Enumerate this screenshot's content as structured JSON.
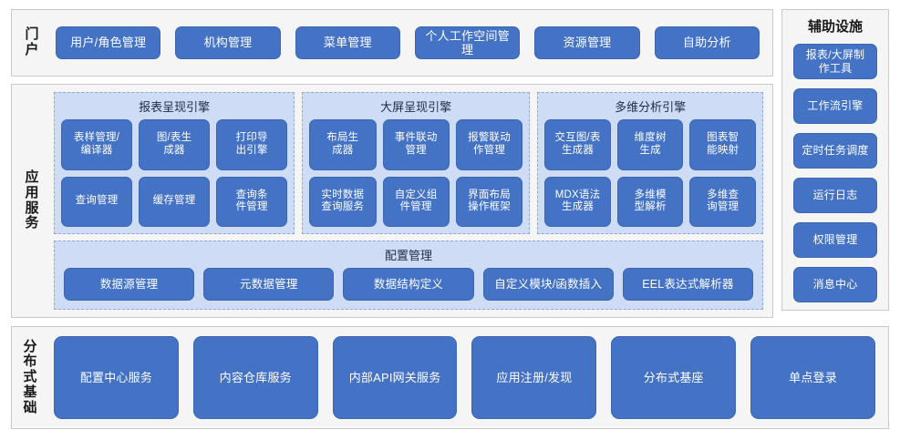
{
  "portal": {
    "label": "门\n户",
    "buttons": [
      {
        "label": "用户/角色管理"
      },
      {
        "label": "机构管理"
      },
      {
        "label": "菜单管理"
      },
      {
        "label": "个人工作空间管理"
      },
      {
        "label": "资源管理"
      },
      {
        "label": "自助分析"
      }
    ]
  },
  "aux": {
    "title": "辅助设施",
    "buttons": [
      {
        "label": "报表/大屏制\n作工具"
      },
      {
        "label": "工作流引擎"
      },
      {
        "label": "定时任务调度"
      },
      {
        "label": "运行日志"
      },
      {
        "label": "权限管理"
      },
      {
        "label": "消息中心"
      }
    ]
  },
  "app_service": {
    "label": "应\n用\n服\n务",
    "panels": [
      {
        "title": "报表呈现引擎",
        "items": [
          {
            "label": "表样管理/\n编译器"
          },
          {
            "label": "图/表生\n成器"
          },
          {
            "label": "打印导\n出引擎"
          },
          {
            "label": "查询管理"
          },
          {
            "label": "缓存管理"
          },
          {
            "label": "查询条\n件管理"
          }
        ]
      },
      {
        "title": "大屏呈现引擎",
        "items": [
          {
            "label": "布局生\n成器"
          },
          {
            "label": "事件联动\n管理"
          },
          {
            "label": "报警联动\n作管理"
          },
          {
            "label": "实时数据\n查询服务"
          },
          {
            "label": "自定义组\n件管理"
          },
          {
            "label": "界面布局\n操作框架"
          }
        ]
      },
      {
        "title": "多维分析引擎",
        "items": [
          {
            "label": "交互图/表\n生成器"
          },
          {
            "label": "维度树\n生成"
          },
          {
            "label": "图表智\n能映射"
          },
          {
            "label": "MDX语法\n生成器"
          },
          {
            "label": "多维模\n型解析"
          },
          {
            "label": "多维查\n询管理"
          }
        ]
      }
    ],
    "config_panel": {
      "title": "配置管理",
      "items": [
        {
          "label": "数据源管理"
        },
        {
          "label": "元数据管理"
        },
        {
          "label": "数据结构定义"
        },
        {
          "label": "自定义模块/函数插入"
        },
        {
          "label": "EEL表达式解析器"
        }
      ]
    }
  },
  "distributed": {
    "label": "分\n布\n式\n基\n础",
    "buttons": [
      {
        "label": "配置中心服务"
      },
      {
        "label": "内容仓库服务"
      },
      {
        "label": "内部API网关服务"
      },
      {
        "label": "应用注册/发现"
      },
      {
        "label": "分布式基座"
      },
      {
        "label": "单点登录"
      }
    ]
  },
  "colors": {
    "button": "#4472c4",
    "panel_bg": "#cfdcf6",
    "panel_border": "#8fa8d8",
    "frame_bg": "#f5f5f5",
    "frame_border": "#c9c9c9"
  }
}
